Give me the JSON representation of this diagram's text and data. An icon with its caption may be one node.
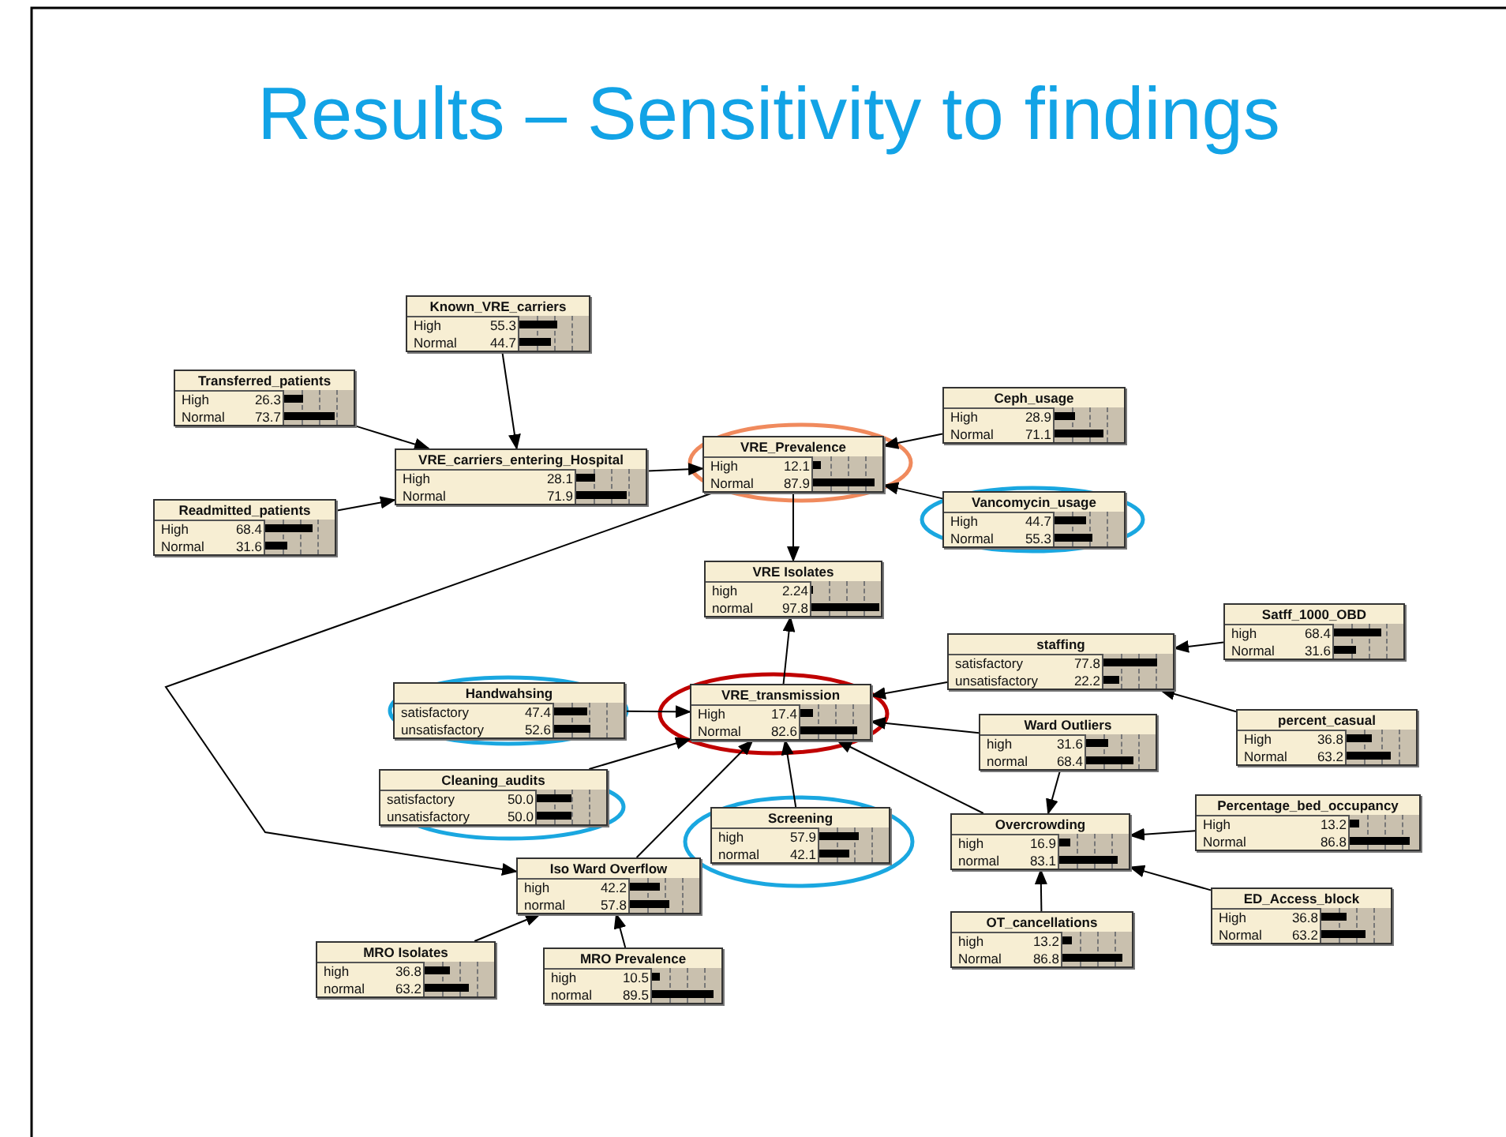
{
  "diagram": {
    "title": "Results – Sensitivity to findings",
    "nodes": [
      {
        "text": [
          "Known_VRE_carriers",
          "High",
          "55.3",
          "Normal",
          "44.7"
        ]
      },
      {
        "text": [
          "Transferred_patients",
          "High",
          "26.3",
          "Normal",
          "73.7"
        ]
      },
      {
        "text": [
          "VRE_carriers_entering_Hospital",
          "High",
          "28.1",
          "Normal",
          "71.9"
        ]
      },
      {
        "text": [
          "Readmitted_patients",
          "High",
          "68.4",
          "Normal",
          "31.6"
        ]
      },
      {
        "text": [
          "VRE_Prevalence",
          "High",
          "12.1",
          "Normal",
          "87.9"
        ]
      },
      {
        "text": [
          "Ceph_usage",
          "High",
          "28.9",
          "Normal",
          "71.1"
        ]
      },
      {
        "text": [
          "Vancomycin_usage",
          "High",
          "44.7",
          "Normal",
          "55.3"
        ]
      },
      {
        "text": [
          "VRE Isolates",
          "high",
          "2.24",
          "normal",
          "97.8"
        ]
      },
      {
        "text": [
          "Satff_1000_OBD",
          "high",
          "68.4",
          "Normal",
          "31.6"
        ]
      },
      {
        "text": [
          "staffing",
          "satisfactory",
          "77.8",
          "unsatisfactory",
          "22.2"
        ]
      },
      {
        "text": [
          "Handwahsing",
          "satisfactory",
          "47.4",
          "unsatisfactory",
          "52.6"
        ]
      },
      {
        "text": [
          "VRE_transmission",
          "High",
          "17.4",
          "Normal",
          "82.6"
        ]
      },
      {
        "text": [
          "percent_casual",
          "High",
          "36.8",
          "Normal",
          "63.2"
        ]
      },
      {
        "text": [
          "Ward Outliers",
          "high",
          "31.6",
          "normal",
          "68.4"
        ]
      },
      {
        "text": [
          "Cleaning_audits",
          "satisfactory",
          "50.0",
          "unsatisfactory",
          "50.0"
        ]
      },
      {
        "text": [
          "Screening",
          "high",
          "57.9",
          "normal",
          "42.1"
        ]
      },
      {
        "text": [
          "Overcrowding",
          "high",
          "16.9",
          "normal",
          "83.1"
        ]
      },
      {
        "text": [
          "Percentage_bed_occupancy",
          "High",
          "13.2",
          "Normal",
          "86.8"
        ]
      },
      {
        "text": [
          "Iso Ward Overflow",
          "high",
          "42.2",
          "normal",
          "57.8"
        ]
      },
      {
        "text": [
          "ED_Access_block",
          "High",
          "36.8",
          "Normal",
          "63.2"
        ]
      },
      {
        "text": [
          "OT_cancellations",
          "high",
          "13.2",
          "Normal",
          "86.8"
        ]
      },
      {
        "text": [
          "MRO Isolates",
          "high",
          "36.8",
          "normal",
          "63.2"
        ]
      },
      {
        "text": [
          "MRO Prevalence",
          "high",
          "10.5",
          "normal",
          "89.5"
        ]
      }
    ],
    "edges": [
      {
        "from": 0,
        "to": 2,
        "arrow": "to"
      },
      {
        "from": 1,
        "to": 2,
        "arrow": "to"
      },
      {
        "from": 3,
        "to": 2,
        "arrow": "to"
      },
      {
        "from": 2,
        "to": 4,
        "arrow": "to"
      },
      {
        "from": 5,
        "to": 4,
        "arrow": "to"
      },
      {
        "from": 6,
        "to": 4,
        "arrow": "to"
      },
      {
        "from": 4,
        "to": 7,
        "arrow": "to"
      },
      {
        "from": 11,
        "to": 7,
        "arrow": "to"
      },
      {
        "from": 4,
        "to": 18,
        "arrow": "to"
      },
      {
        "from": 8,
        "to": 9,
        "arrow": "to"
      },
      {
        "from": 12,
        "to": 9,
        "arrow": "to"
      },
      {
        "from": 9,
        "to": 11,
        "arrow": "to"
      },
      {
        "from": 10,
        "to": 11,
        "arrow": "to"
      },
      {
        "from": 14,
        "to": 11,
        "arrow": "to"
      },
      {
        "from": 18,
        "to": 11,
        "arrow": "to"
      },
      {
        "from": 15,
        "to": 11,
        "arrow": "to"
      },
      {
        "from": 13,
        "to": 11,
        "arrow": "to"
      },
      {
        "from": 16,
        "to": 11,
        "arrow": "to"
      },
      {
        "from": 13,
        "to": 16,
        "arrow": "to"
      },
      {
        "from": 17,
        "to": 16,
        "arrow": "to"
      },
      {
        "from": 19,
        "to": 16,
        "arrow": "to"
      },
      {
        "from": 20,
        "to": 16,
        "arrow": "to"
      },
      {
        "from": 21,
        "to": 18,
        "arrow": "to"
      },
      {
        "from": 22,
        "to": 18,
        "arrow": "to"
      }
    ]
  }
}
